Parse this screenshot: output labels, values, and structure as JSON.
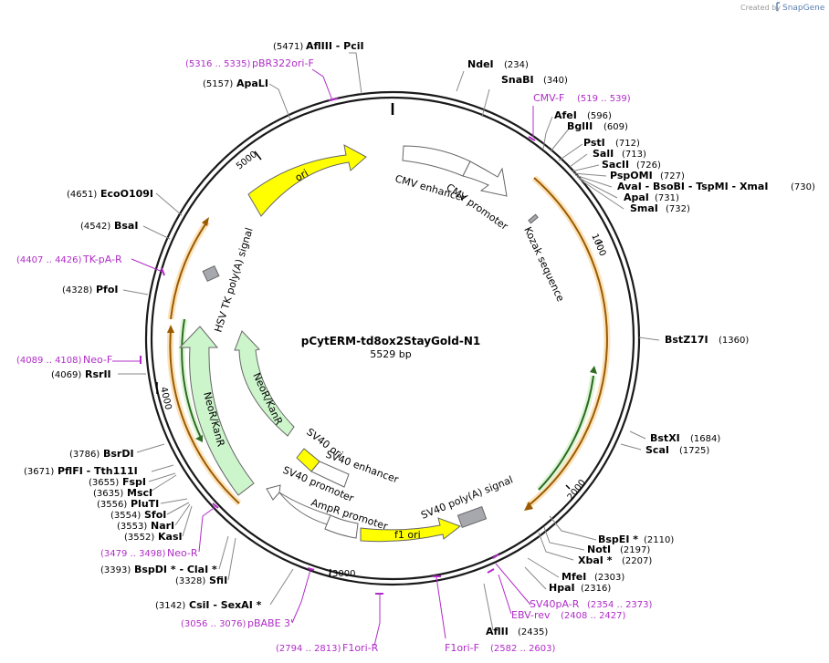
{
  "credit": {
    "prefix": "Created by",
    "brand": "SnapGene"
  },
  "plasmid": {
    "name": "pCytERM-td8ox2StayGold-N1",
    "size_label": "5529 bp"
  },
  "ticks": {
    "t1000": "1000",
    "t2000": "2000",
    "t3000": "3000",
    "t4000": "4000",
    "t5000": "5000"
  },
  "features": {
    "ori": "ori",
    "cmv_enhancer": "CMV enhancer",
    "cmv_promoter": "CMV promoter",
    "kozak": "Kozak sequence",
    "hsv_tk": "HSV TK poly(A) signal",
    "neor_outer": "NeoR/KanR",
    "neor_inner": "NeoR/KanR",
    "sv40_ori": "SV40 ori",
    "sv40_enhancer": "SV40 enhancer",
    "sv40_promoter": "SV40 promoter",
    "ampr_promoter": "AmpR promoter",
    "f1_ori": "f1 ori",
    "sv40_polya": "SV40 poly(A) signal"
  },
  "sites": [
    {
      "id": "aflIII-pciI",
      "pos": "(5471)",
      "name": "AflIII  - PciI"
    },
    {
      "id": "ndeI",
      "name": "NdeI",
      "pos": "(234)"
    },
    {
      "id": "snaBI",
      "name": "SnaBI",
      "pos": "(340)"
    },
    {
      "id": "afeI",
      "name": "AfeI",
      "pos": "(596)"
    },
    {
      "id": "bglII",
      "name": "BglII",
      "pos": "(609)"
    },
    {
      "id": "pstI",
      "name": "PstI",
      "pos": "(712)"
    },
    {
      "id": "salI",
      "name": "SalI",
      "pos": "(713)"
    },
    {
      "id": "sacII",
      "name": "SacII",
      "pos": "(726)"
    },
    {
      "id": "pspOMI",
      "name": "PspOMI",
      "pos": "(727)"
    },
    {
      "id": "avaI",
      "name": "AvaI  - BsoBI  - TspMI  - XmaI",
      "pos": "(730)"
    },
    {
      "id": "apaI",
      "name": "ApaI",
      "pos": "(731)"
    },
    {
      "id": "smaI",
      "name": "SmaI",
      "pos": "(732)"
    },
    {
      "id": "bstZ17I",
      "name": "BstZ17I",
      "pos": "(1360)"
    },
    {
      "id": "bstXI",
      "name": "BstXI",
      "pos": "(1684)"
    },
    {
      "id": "scaI",
      "name": "ScaI",
      "pos": "(1725)"
    },
    {
      "id": "bspEI",
      "name": "BspEI *",
      "pos": "(2110)"
    },
    {
      "id": "notI",
      "name": "NotI",
      "pos": "(2197)"
    },
    {
      "id": "xbaI",
      "name": "XbaI *",
      "pos": "(2207)"
    },
    {
      "id": "mfeI",
      "name": "MfeI",
      "pos": "(2303)"
    },
    {
      "id": "hpaI",
      "name": "HpaI",
      "pos": "(2316)"
    },
    {
      "id": "aflII",
      "name": "AflII",
      "pos": "(2435)"
    },
    {
      "id": "apaLI",
      "pos": "(5157)",
      "name": "ApaLI"
    },
    {
      "id": "ecoO109I",
      "pos": "(4651)",
      "name": "EcoO109I"
    },
    {
      "id": "bsaI",
      "pos": "(4542)",
      "name": "BsaI"
    },
    {
      "id": "pfoI",
      "pos": "(4328)",
      "name": "PfoI"
    },
    {
      "id": "rsrII",
      "pos": "(4069)",
      "name": "RsrII"
    },
    {
      "id": "bsrDI",
      "pos": "(3786)",
      "name": "BsrDI"
    },
    {
      "id": "pflFI",
      "pos": "(3671)",
      "name": "PflFI  - Tth111I"
    },
    {
      "id": "fspI",
      "pos": "(3655)",
      "name": "FspI"
    },
    {
      "id": "mscI",
      "pos": "(3635)",
      "name": "MscI"
    },
    {
      "id": "pluTI",
      "pos": "(3556)",
      "name": "PluTI"
    },
    {
      "id": "sfoI",
      "pos": "(3554)",
      "name": "SfoI"
    },
    {
      "id": "narI",
      "pos": "(3553)",
      "name": "NarI"
    },
    {
      "id": "kasI",
      "pos": "(3552)",
      "name": "KasI"
    },
    {
      "id": "bspDI",
      "pos": "(3393)",
      "name": "BspDI *  - ClaI *"
    },
    {
      "id": "sfiI",
      "pos": "(3328)",
      "name": "SfiI"
    },
    {
      "id": "csiI",
      "pos": "(3142)",
      "name": "CsiI  - SexAI *"
    }
  ],
  "primers": [
    {
      "id": "pbr322",
      "range": "(5316 .. 5335)",
      "name": "pBR322ori-F"
    },
    {
      "id": "cmvf",
      "name": "CMV-F",
      "range": "(519 .. 539)"
    },
    {
      "id": "tkpa",
      "range": "(4407 .. 4426)",
      "name": "TK-pA-R"
    },
    {
      "id": "neof",
      "range": "(4089 .. 4108)",
      "name": "Neo-F"
    },
    {
      "id": "neor",
      "range": "(3479 .. 3498)",
      "name": "Neo-R"
    },
    {
      "id": "pbabe",
      "range": "(3056 .. 3076)",
      "name": "pBABE 3'"
    },
    {
      "id": "f1orir",
      "range": "(2794 .. 2813)",
      "name": "F1ori-R"
    },
    {
      "id": "f1orif",
      "name": "F1ori-F",
      "range": "(2582 .. 2603)"
    },
    {
      "id": "ebvrev",
      "name": "EBV-rev",
      "range": "(2408 .. 2427)"
    },
    {
      "id": "sv40par",
      "name": "SV40pA-R",
      "range": "(2354 .. 2373)"
    }
  ],
  "colors": {
    "backbone": "#1a1a1a",
    "ori_fill": "#ffff00",
    "promoter_fill": "#ffffff",
    "resistance_fill": "#ccf5cc",
    "polya_fill": "#a6a8ad",
    "primer": "#b02cc8",
    "orf_orange": "#f5a623",
    "orf_green": "#33cc33"
  }
}
